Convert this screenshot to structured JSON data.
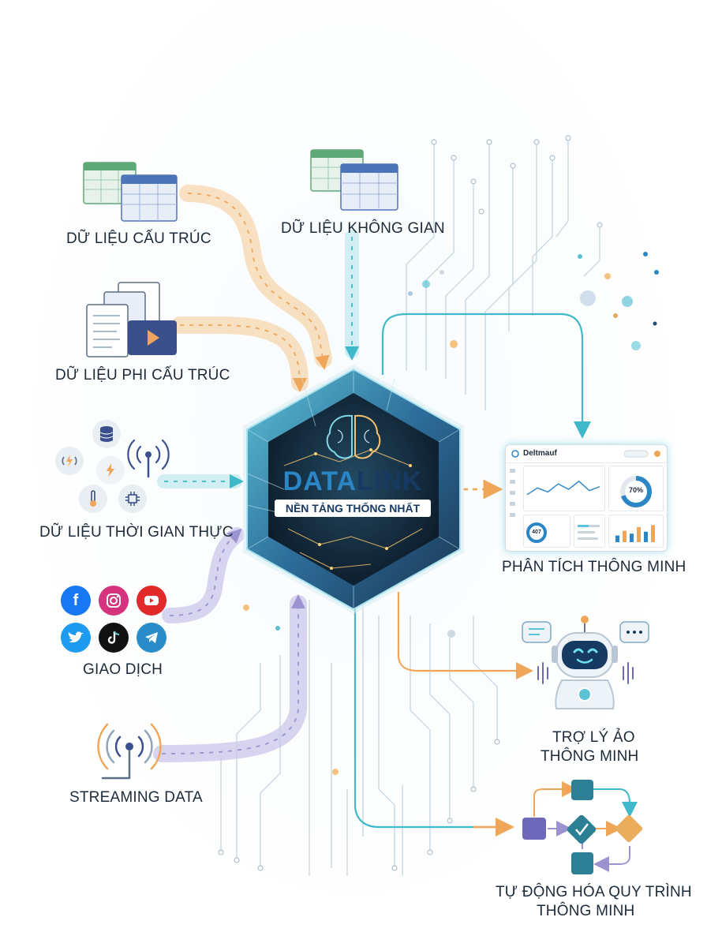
{
  "hub": {
    "brand_part1": "DATA",
    "brand_part2": "LINK",
    "subtitle": "NỀN TẢNG THỐNG NHẤT"
  },
  "inputs": {
    "structured": "DỮ LIỆU CẤU TRÚC",
    "spatial": "DỮ LIỆU KHÔNG GIAN",
    "unstructured": "DỮ LIỆU PHI CẤU TRÚC",
    "realtime": "DỮ LIỆU THỜI GIAN THỰC",
    "transactions": "GIAO DỊCH",
    "streaming": "STREAMING DATA"
  },
  "outputs": {
    "analytics": "PHÂN TÍCH THÔNG MINH",
    "assistant_line1": "TRỢ LÝ ẢO",
    "assistant_line2": "THÔNG MINH",
    "automation_line1": "TỰ ĐỘNG HÓA QUY TRÌNH",
    "automation_line2": "THÔNG MINH"
  },
  "dashboard": {
    "title": "Deltmauf",
    "gauge_label": "70%",
    "gauge_value": 0.7,
    "kpi_value": "407",
    "bars": [
      0.35,
      0.6,
      0.45,
      0.8,
      0.55,
      0.9
    ],
    "line_points": [
      0.3,
      0.55,
      0.4,
      0.7,
      0.5,
      0.8,
      0.45,
      0.6
    ]
  },
  "colors": {
    "orange": "#f4b36b",
    "cyan": "#5cc6d2",
    "purple": "#a9a2d6",
    "navy": "#173a63",
    "blue": "#2b86c5"
  }
}
